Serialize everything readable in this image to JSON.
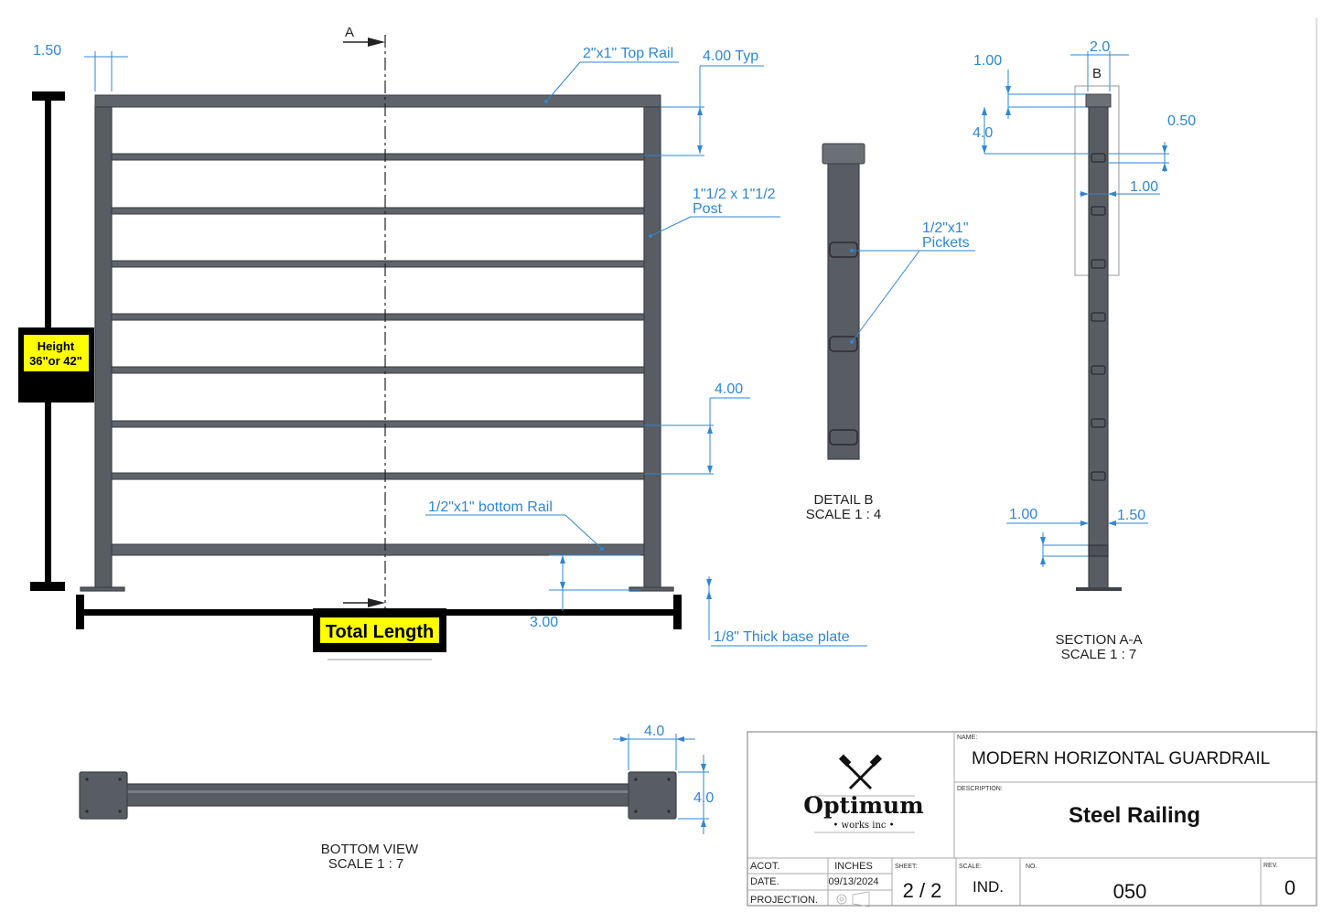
{
  "dimensions": {
    "post_offset": "1.50",
    "top_rail": "2\"x1\" Top Rail",
    "top_spacing": "4.00 Typ",
    "post_size_line1": "1\"1/2 x 1\"1/2",
    "post_size_line2": "Post",
    "picket_spacing": "4.00",
    "bottom_rail": "1/2\"x1\" bottom Rail",
    "bottom_gap": "3.00",
    "base_plate": "1/8\" Thick base plate",
    "pickets_line1": "1/2\"x1\"",
    "pickets_line2": "Pickets",
    "section_cut_label": "A"
  },
  "callouts": {
    "height_line1": "Height",
    "height_line2": "36\"or 42\"",
    "total_length": "Total Length"
  },
  "detail_b": {
    "title": "DETAIL B",
    "scale": "SCALE 1 : 4"
  },
  "section_aa": {
    "width": "2.0",
    "detail_label": "B",
    "top_offset": "1.00",
    "cap_height": "4.0",
    "picket_depth": "0.50",
    "picket_width": "1.00",
    "bottom_left": "1.00",
    "bottom_right": "1.50",
    "title": "SECTION A-A",
    "scale": "SCALE 1 : 7"
  },
  "bottom_view": {
    "plate_width": "4.0",
    "plate_depth": "4.0",
    "title": "BOTTOM VIEW",
    "scale": "SCALE 1 : 7"
  },
  "title_block": {
    "logo_name": "Optimum",
    "logo_sub": "• works inc •",
    "name_label": "NAME:",
    "name": "MODERN HORIZONTAL GUARDRAIL",
    "description_label": "DESCRIPTION:",
    "description": "Steel Railing",
    "acot_label": "ACOT.",
    "units": "INCHES",
    "date_label": "DATE.",
    "date": "09/13/2024",
    "projection_label": "PROJECTION.",
    "sheet_label": "SHEET:",
    "sheet": "2 / 2",
    "scale_label": "SCALE:",
    "scale": "IND.",
    "no_label": "NO.",
    "number": "050",
    "rev_label": "REV.",
    "rev": "0"
  },
  "colors": {
    "dimension": "#2f86d6",
    "steel": "#585c63",
    "callout_fill": "#ffff00",
    "callout_border": "#000000"
  }
}
